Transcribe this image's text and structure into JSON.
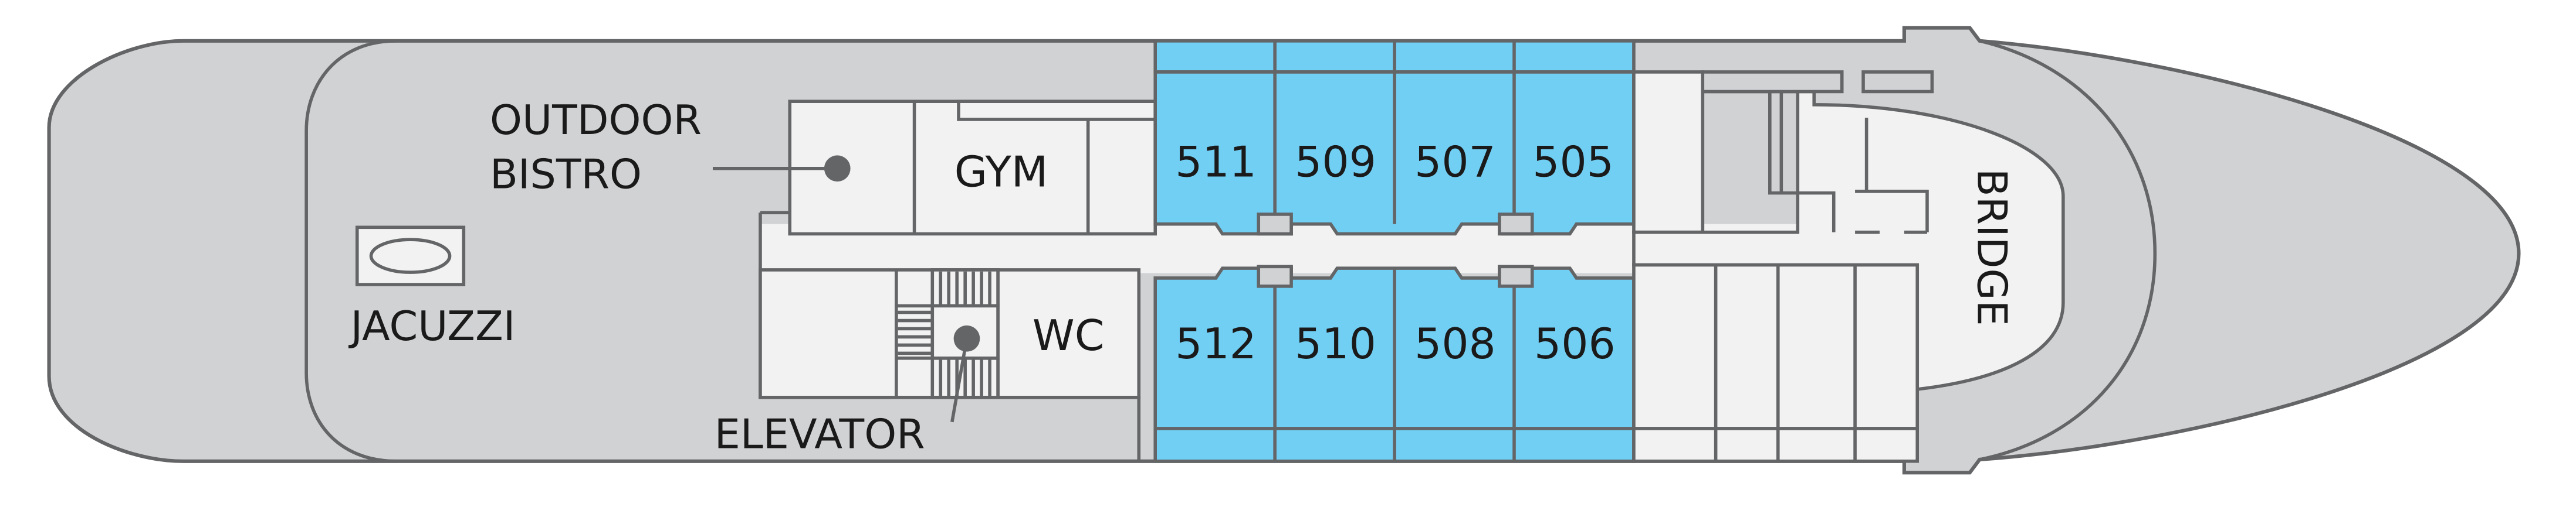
{
  "deck_plan": {
    "labels": {
      "outdoor_bistro_line1": "OUTDOOR",
      "outdoor_bistro_line2": "BISTRO",
      "jacuzzi": "JACUZZI",
      "gym": "GYM",
      "wc": "WC",
      "elevator": "ELEVATOR",
      "bridge": "BRIDGE"
    },
    "cabins_top": [
      "511",
      "509",
      "507",
      "505"
    ],
    "cabins_bottom": [
      "512",
      "510",
      "508",
      "506"
    ]
  },
  "colors": {
    "hull": "#d1d2d4",
    "room": "#f2f2f2",
    "cabin": "#72cff4",
    "outline": "#646567"
  }
}
